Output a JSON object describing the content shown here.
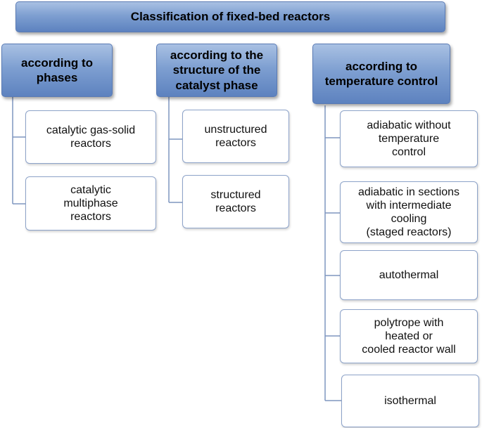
{
  "diagram": {
    "title": "Classification of fixed-bed reactors",
    "columns": [
      {
        "label": "according to\nphases",
        "items": [
          "catalytic gas-solid\nreactors",
          "catalytic\nmultiphase\nreactors"
        ]
      },
      {
        "label": "according to the\nstructure of the\ncatalyst phase",
        "items": [
          "unstructured\nreactors",
          "structured\nreactors"
        ]
      },
      {
        "label": "according to\ntemperature control",
        "items": [
          "adiabatic without\ntemperature\ncontrol",
          "adiabatic in sections\nwith intermediate\ncooling\n(staged reactors)",
          "autothermal",
          "polytrope with\nheated or\ncooled reactor wall",
          "isothermal"
        ]
      }
    ]
  },
  "colors": {
    "header_gradient_top": "#a9c1e3",
    "header_gradient_bottom": "#5d82bf",
    "leaf_border": "#8da3c9",
    "connector": "#7f95bf"
  }
}
